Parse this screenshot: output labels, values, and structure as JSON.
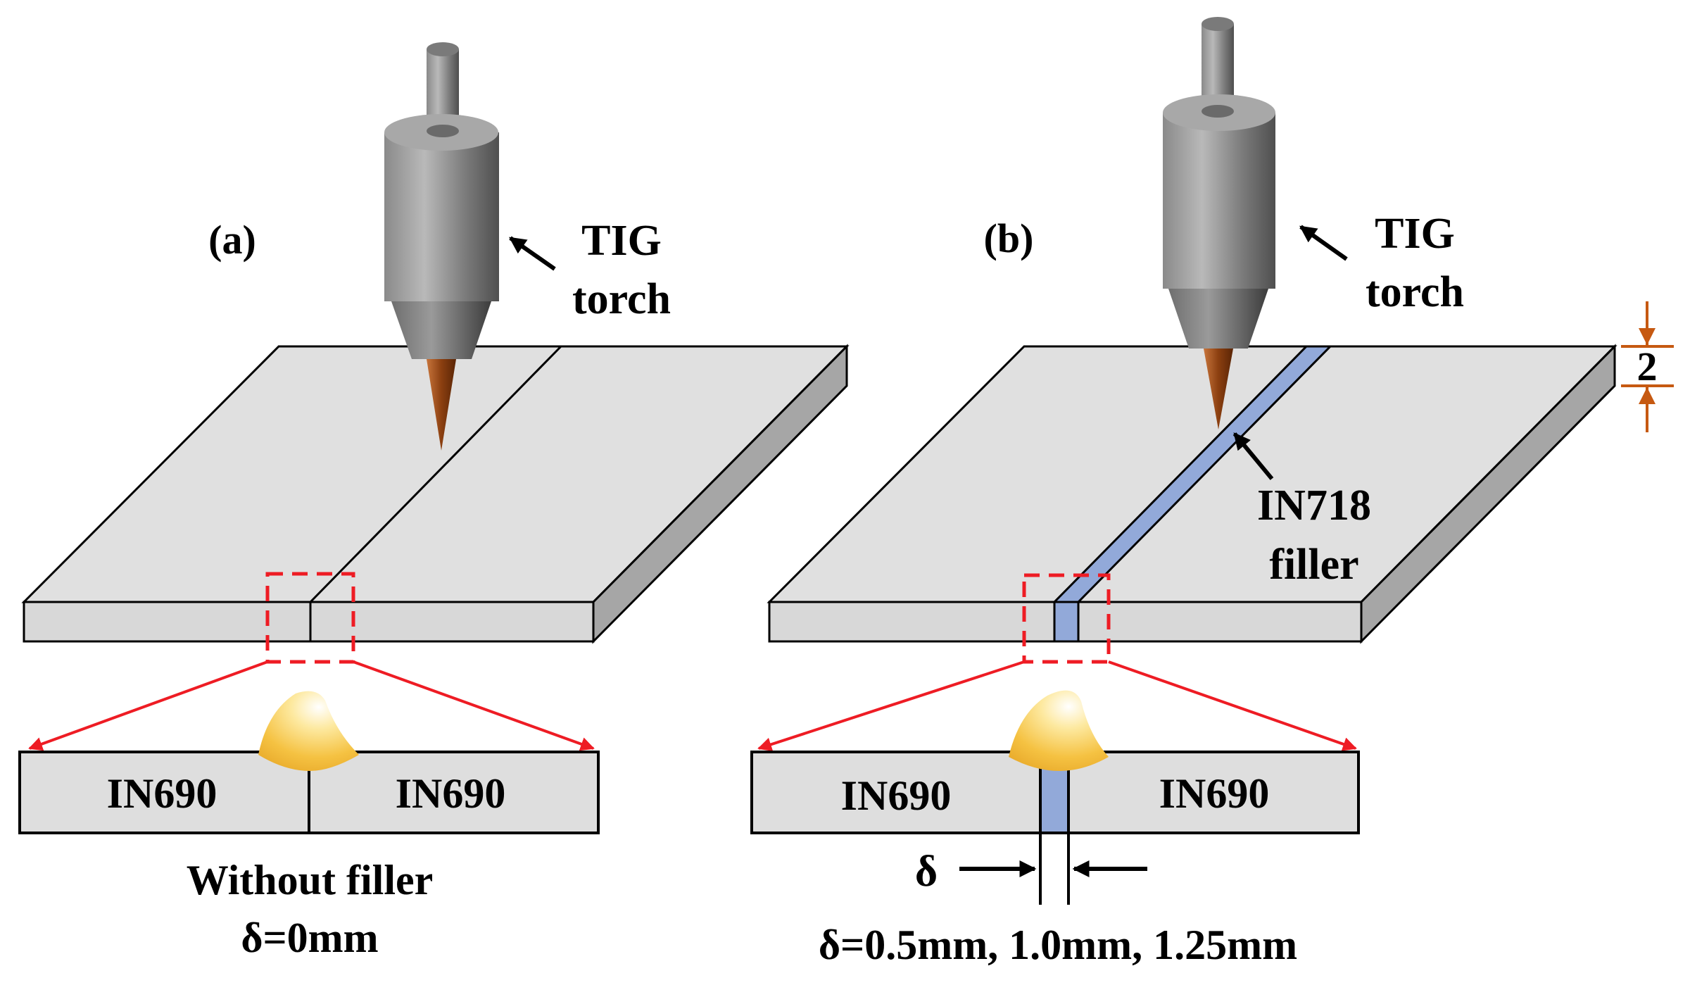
{
  "panel_a": {
    "label": "(a)",
    "torch_label_line1": "TIG",
    "torch_label_line2": "torch",
    "left_plate": "IN690",
    "right_plate": "IN690",
    "caption_line1": "Without filler",
    "caption_line2": "δ=0mm"
  },
  "panel_b": {
    "label": "(b)",
    "torch_label_line1": "TIG",
    "torch_label_line2": "torch",
    "filler_label_line1": "IN718",
    "filler_label_line2": "filler",
    "left_plate": "IN690",
    "right_plate": "IN690",
    "delta_symbol": "δ",
    "caption": "δ=0.5mm, 1.0mm, 1.25mm",
    "thickness_value": "2"
  },
  "colors": {
    "plate_top": "#e0e0e0",
    "plate_front": "#d8d8d8",
    "plate_side": "#a6a6a6",
    "filler": "#92a9d9",
    "highlight": "#ee1c24",
    "dimension": "#c65911",
    "electrode": "#a0521d",
    "weld_pool": "#f5c242"
  }
}
